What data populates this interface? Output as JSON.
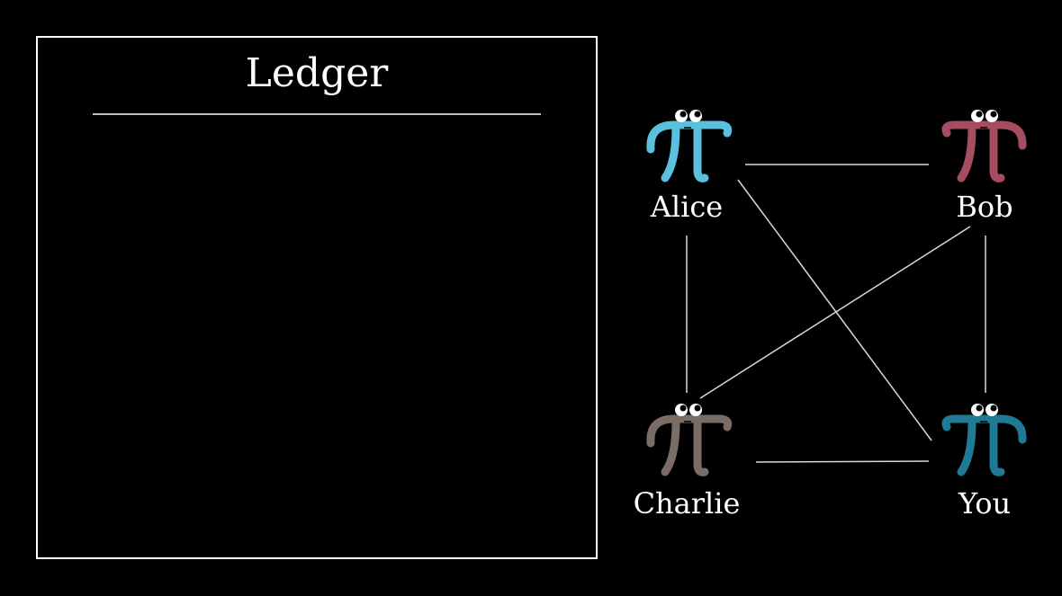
{
  "ledger": {
    "title": "Ledger"
  },
  "nodes": {
    "alice": {
      "label": "Alice",
      "color": "#5bc0de"
    },
    "bob": {
      "label": "Bob",
      "color": "#a64d62"
    },
    "charlie": {
      "label": "Charlie",
      "color": "#7a6d66"
    },
    "you": {
      "label": "You",
      "color": "#1f7a96"
    }
  },
  "edges": [
    [
      "alice",
      "bob"
    ],
    [
      "alice",
      "charlie"
    ],
    [
      "alice",
      "you"
    ],
    [
      "bob",
      "charlie"
    ],
    [
      "bob",
      "you"
    ],
    [
      "charlie",
      "you"
    ]
  ],
  "colors": {
    "background": "#000000",
    "line": "#ffffff"
  }
}
